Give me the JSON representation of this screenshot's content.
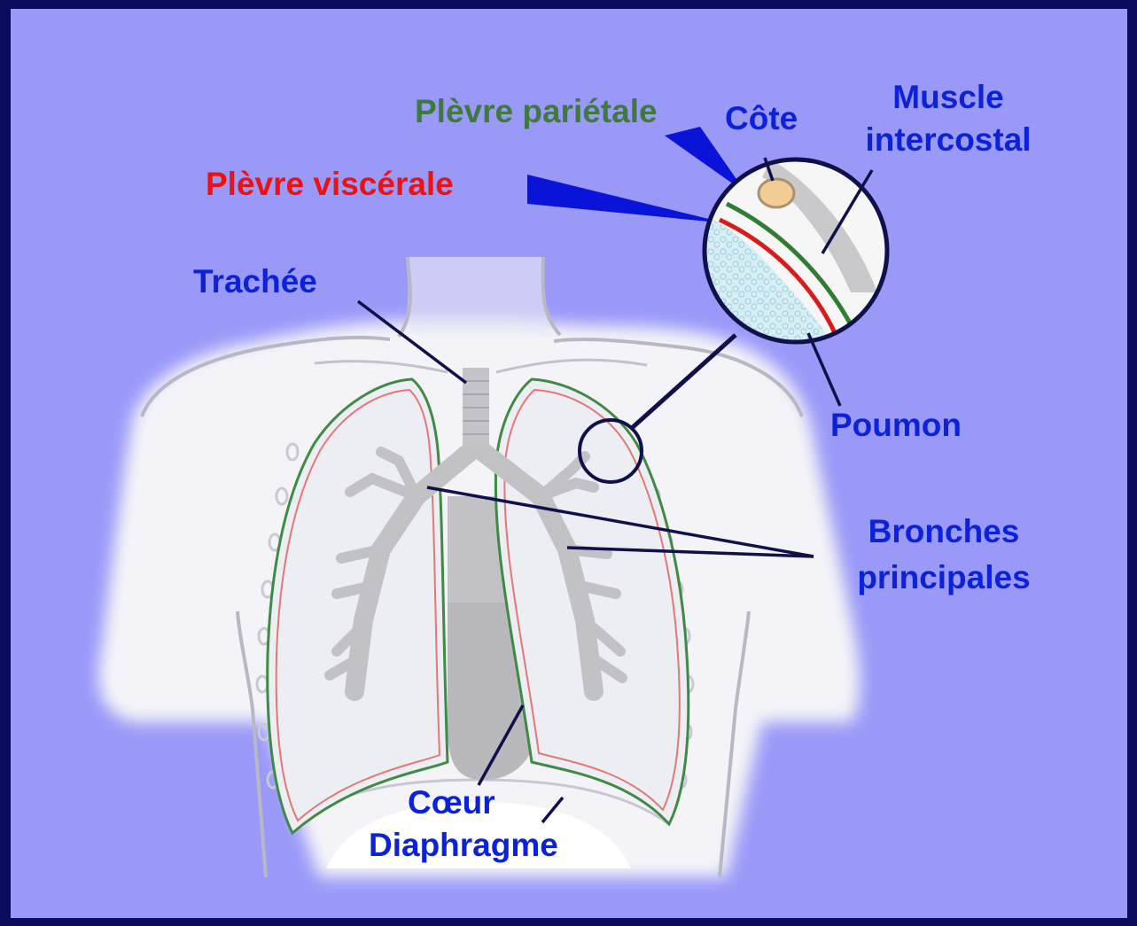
{
  "colors": {
    "border": "#0b0b5e",
    "background": "#9a99f8",
    "blue_label": "#0b22d8",
    "green_label": "#3e7a3e",
    "red_label": "#ee1111",
    "body": "#f4f4f8",
    "lung": "#eceef3",
    "organ": "#b9b9bd",
    "leader_line": "#10104a"
  },
  "labels": {
    "plevre_parietale": "Plèvre pariétale",
    "cote": "Côte",
    "muscle_intercostal_1": "Muscle",
    "muscle_intercostal_2": "intercostal",
    "plevre_viscerale": "Plèvre viscérale",
    "trachee": "Trachée",
    "poumon": "Poumon",
    "bronches_1": "Bronches",
    "bronches_2": "principales",
    "coeur": "Cœur",
    "diaphragme": "Diaphragme"
  }
}
